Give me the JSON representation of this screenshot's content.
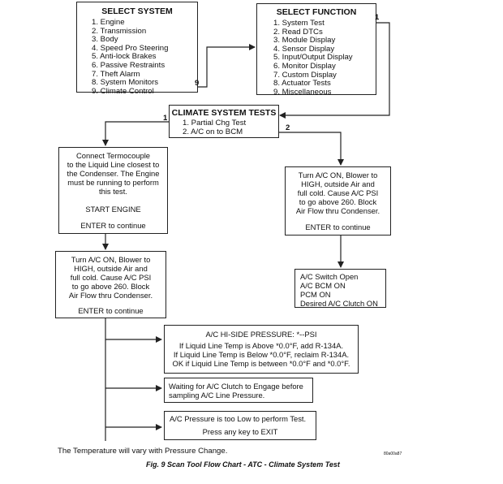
{
  "select_system": {
    "title": "SELECT SYSTEM",
    "items": [
      "1.  Engine",
      "2.  Transmission",
      "3.  Body",
      "4.  Speed Pro Steering",
      "5.  Anti-lock Brakes",
      "6.  Passive Restraints",
      "7.  Theft Alarm",
      "8.  System Monitors",
      "9.  Climate Control"
    ],
    "exit_label": "9"
  },
  "select_function": {
    "title": "SELECT FUNCTION",
    "items": [
      "1.  System Test",
      "2.  Read DTCs",
      "3.  Module Display",
      "4.  Sensor Display",
      "5.  Input/Output Display",
      "6.  Monitor Display",
      "7.  Custom Display",
      "8.  Actuator Tests",
      "9.  Miscellaneous"
    ],
    "exit_label": "1"
  },
  "climate_tests": {
    "title": "CLIMATE SYSTEM TESTS",
    "items": [
      "1.  Partial Chg Test",
      "2.  A/C on to BCM"
    ],
    "label_left": "1",
    "label_right": "2"
  },
  "thermocouple_box": {
    "lines": [
      "Connect Termocouple",
      "to the Liquid Line closest to",
      "the Condenser.  The Engine",
      "must be running to perform",
      "this test."
    ],
    "start": "START ENGINE",
    "enter": "ENTER to continue"
  },
  "ac_on_left": {
    "lines": [
      "Turn A/C ON, Blower to",
      "HIGH, outside Air and",
      "full cold.  Cause A/C PSI",
      "to go above 260.  Block",
      "Air Flow thru Condenser."
    ],
    "enter": "ENTER to continue"
  },
  "ac_on_right": {
    "lines": [
      "Turn A/C ON, Blower to",
      "HIGH, outside Air and",
      "full cold.  Cause A/C PSI",
      "to go above 260.  Block",
      "Air Flow thru Condenser."
    ],
    "enter": "ENTER to continue"
  },
  "switch_box": {
    "lines": [
      "A/C Switch Open",
      "A/C BCM ON",
      "PCM ON",
      "Desired A/C Clutch ON"
    ]
  },
  "pressure_box": {
    "title": "A/C HI-SIDE PRESSURE:  *--PSI",
    "lines": [
      "If Liquid Line Temp is Above *0.0°F, add R-134A.",
      "If Liquid Line Temp is Below *0.0°F, reclaim R-134A.",
      "OK if Liquid Line Temp is between *0.0°F and *0.0°F."
    ]
  },
  "waiting_box": {
    "lines": [
      "Waiting for A/C Clutch to Engage before",
      "sampling A/C Line Pressure."
    ]
  },
  "low_box": {
    "line1": "A/C Pressure is too Low to perform Test.",
    "line2": "Press any key to EXIT"
  },
  "footnote": "The Temperature will vary with Pressure Change.",
  "caption": "Fig. 9 Scan Tool Flow Chart - ATC - Climate System Test",
  "figure_code": "80a00a87"
}
